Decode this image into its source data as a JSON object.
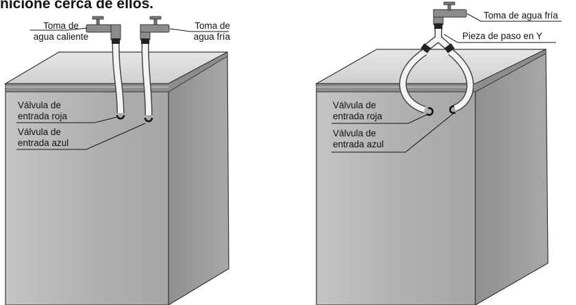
{
  "heading": "nicione cerca de ellos.",
  "left": {
    "hot_tap": [
      "Toma de",
      "agua caliente"
    ],
    "cold_tap": [
      "Toma de",
      "agua fría"
    ],
    "red_valve": [
      "Válvula de",
      "entrada roja"
    ],
    "blue_valve": [
      "Válvula de",
      "entrada azul"
    ]
  },
  "right": {
    "cold_tap": "Toma de agua fría",
    "y_piece": "Pieza de paso en Y",
    "red_valve": [
      "Válvula de",
      "entrada roja"
    ],
    "blue_valve": [
      "Válvula de",
      "entrada azul"
    ]
  },
  "colors": {
    "cabinet_front": "#b3b3b3",
    "cabinet_side": "#9a9a9a",
    "cabinet_top": "#d9d9d9",
    "pipe": "#8c8c8c"
  }
}
